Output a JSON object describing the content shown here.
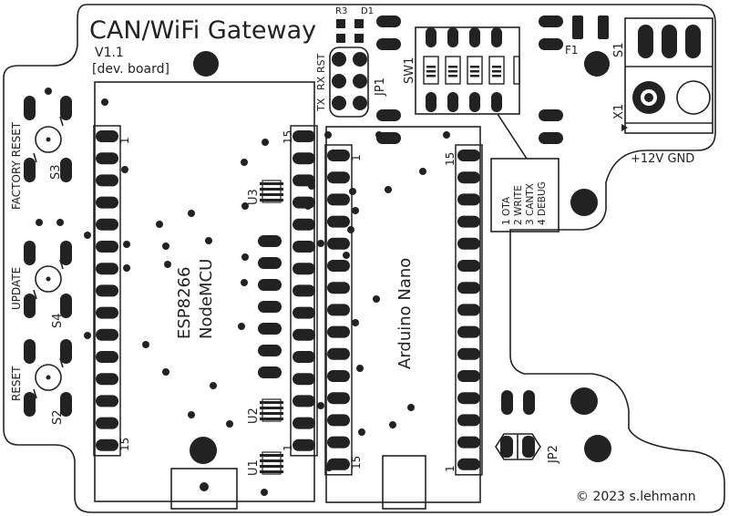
{
  "board": {
    "title": "CAN/WiFi Gateway",
    "version": "V1.1",
    "variant": "[dev. board]",
    "copyright": "© 2023 s.lehmann"
  },
  "labels": {
    "r3": "R3",
    "d1": "D1",
    "jp1": "JP1",
    "jp2": "JP2",
    "sw1": "SW1",
    "f1": "F1",
    "s1": "S1",
    "x1": "X1",
    "u1": "U1",
    "u2": "U2",
    "u3": "U3",
    "s2": "S2",
    "s3": "S3",
    "s4": "S4",
    "tx": "TX",
    "rx": "RX",
    "rst": "RST",
    "power": "+12V GND",
    "factory_reset": "FACTORY RESET",
    "update": "UPDATE",
    "reset": "RESET",
    "nodemcu_line1": "ESP8266",
    "nodemcu_line2": "NodeMCU",
    "arduino": "Arduino Nano",
    "pin1": "1",
    "pin15": "15"
  },
  "switch_legend": [
    "1 OTA",
    "2 WRITE",
    "3 CANTX",
    "4 DEBUG"
  ]
}
